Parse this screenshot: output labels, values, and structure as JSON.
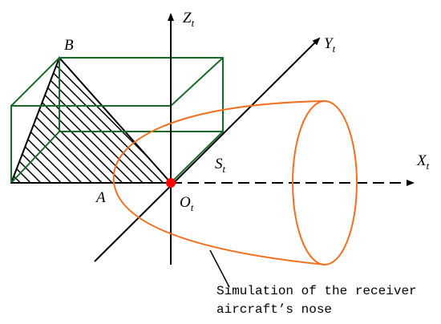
{
  "labels": {
    "z_axis": {
      "main": "Z",
      "sub": "t"
    },
    "y_axis": {
      "main": "Y",
      "sub": "t"
    },
    "x_axis": {
      "main": "X",
      "sub": "t"
    },
    "origin": {
      "main": "O",
      "sub": "t"
    },
    "s_point": {
      "main": "S",
      "sub": "t"
    },
    "point_a": "A",
    "point_b": "B"
  },
  "caption": {
    "line1": "Simulation of the receiver",
    "line2": "aircraft’s nose"
  },
  "colors": {
    "axis": "#000000",
    "box": "#1a6b2a",
    "nose": "#f07020",
    "origin_dot": "#ff0000"
  }
}
